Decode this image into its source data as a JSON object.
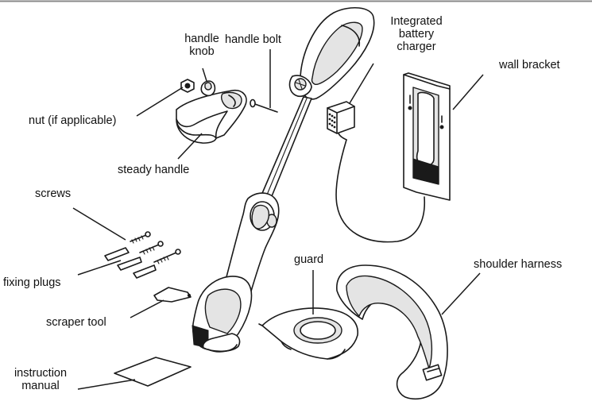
{
  "labels": {
    "handle_knob_line1": "handle",
    "handle_knob_line2": "knob",
    "handle_bolt": "handle bolt",
    "charger_line1": "Integrated",
    "charger_line2": "battery",
    "charger_line3": "charger",
    "wall_bracket": "wall bracket",
    "nut": "nut (if applicable)",
    "steady_handle": "steady handle",
    "screws": "screws",
    "fixing_plugs": "fixing plugs",
    "scraper_tool": "scraper tool",
    "guard": "guard",
    "shoulder_harness": "shoulder harness",
    "manual_line1": "instruction",
    "manual_line2": "manual"
  },
  "colors": {
    "ink": "#1a1a1a",
    "frame_line": "#888888",
    "fill_grey": "#e4e4e4"
  }
}
